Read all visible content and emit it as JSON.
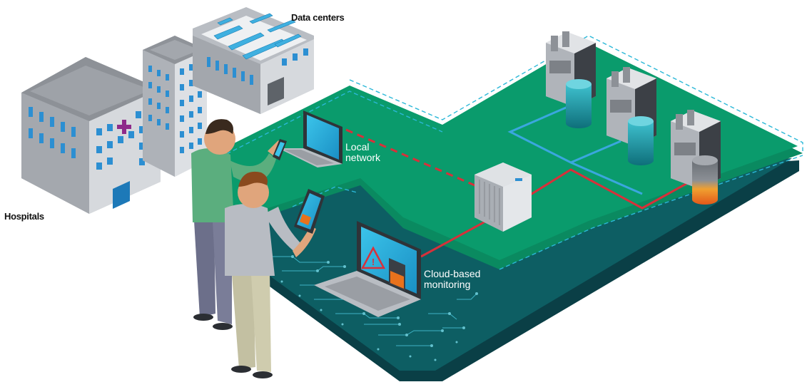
{
  "labels": {
    "data_centers": "Data centers",
    "hospitals": "Hospitals",
    "local_network": [
      "Local",
      "network"
    ],
    "cloud_monitoring": [
      "Cloud-based",
      "monitoring"
    ]
  },
  "icons": {
    "alert": "warning-triangle-icon",
    "hospital": "medical-cross-icon"
  },
  "colors": {
    "green_floor": "#0a9b6c",
    "dark_floor": "#0d5e63",
    "network_blue": "#3aa7de",
    "network_red": "#d8303a",
    "device_gray": "#c9cdd3",
    "cylinder_teal": "#1f8f9a",
    "cylinder_orange": "#e8721c",
    "hospital_cross": "#8e2a8a"
  }
}
